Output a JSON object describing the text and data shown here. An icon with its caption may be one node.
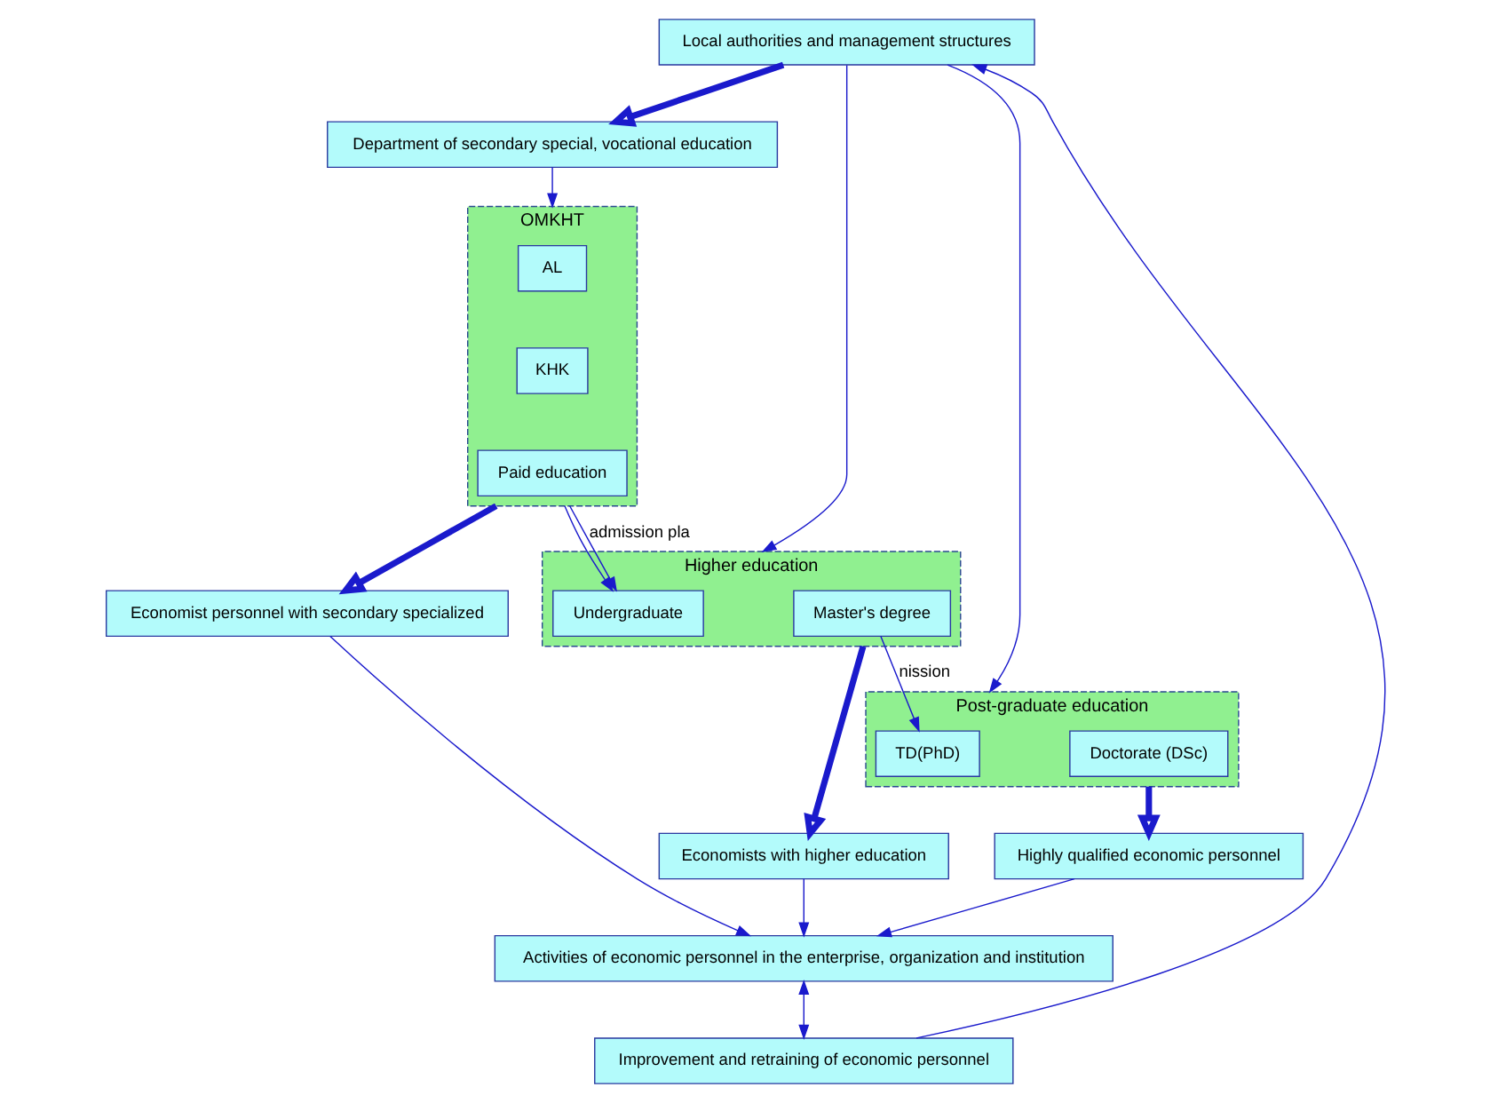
{
  "diagram": {
    "nodes": [
      {
        "text": [
          "Local authorities and management structures"
        ]
      },
      {
        "text": [
          "Department of secondary special, vocational education"
        ]
      },
      {
        "text": [
          "OMKHT"
        ]
      },
      {
        "text": [
          "AL"
        ],
        "in": 2
      },
      {
        "text": [
          "KHK"
        ],
        "in": 2
      },
      {
        "text": [
          "Paid education"
        ],
        "in": 2
      },
      {
        "text": [
          "Higher education"
        ]
      },
      {
        "text": [
          "Undergraduate"
        ],
        "in": 6
      },
      {
        "text": [
          "Master's degree"
        ],
        "in": 6
      },
      {
        "text": [
          "Post-graduate education"
        ]
      },
      {
        "text": [
          "TD(PhD)"
        ],
        "in": 9
      },
      {
        "text": [
          "Doctorate (DSc)"
        ],
        "in": 9
      },
      {
        "text": [
          "Economist personnel with secondary specialized"
        ]
      },
      {
        "text": [
          "Economists with higher education"
        ]
      },
      {
        "text": [
          "Highly qualified economic personnel"
        ]
      },
      {
        "text": [
          "Activities of economic personnel in the enterprise, organization and institution"
        ]
      },
      {
        "text": [
          "Improvement and retraining of economic personnel"
        ]
      }
    ],
    "edges": [
      {
        "from": 0,
        "to": 1,
        "arrow": "to",
        "style": "thick"
      },
      {
        "from": 1,
        "to": 2,
        "arrow": "to"
      },
      {
        "from": 0,
        "to": 6,
        "arrow": "to"
      },
      {
        "from": 0,
        "to": 9,
        "arrow": "to"
      },
      {
        "from": 2,
        "to": 7,
        "arrow": "to",
        "label": "admission pla"
      },
      {
        "from": 2,
        "to": 7,
        "arrow": "to"
      },
      {
        "from": 8,
        "to": 10,
        "arrow": "to",
        "label": "nission"
      },
      {
        "from": 2,
        "to": 12,
        "arrow": "to",
        "style": "thick"
      },
      {
        "from": 6,
        "to": 13,
        "arrow": "to",
        "style": "thick"
      },
      {
        "from": 9,
        "to": 14,
        "arrow": "to",
        "style": "thick"
      },
      {
        "from": 12,
        "to": 15,
        "arrow": "to"
      },
      {
        "from": 13,
        "to": 15,
        "arrow": "to"
      },
      {
        "from": 14,
        "to": 15,
        "arrow": "to"
      },
      {
        "from": 15,
        "to": 16,
        "arrow": "both"
      },
      {
        "from": 16,
        "to": 0,
        "arrow": "to"
      }
    ]
  }
}
